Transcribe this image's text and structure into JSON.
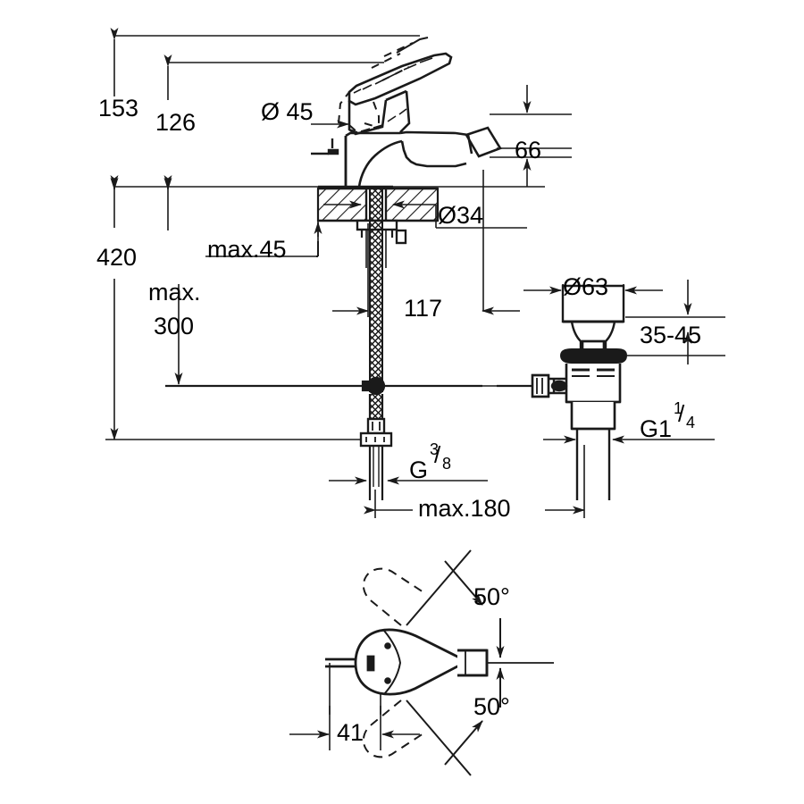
{
  "document": {
    "type": "technical-dimension-drawing",
    "subject": "single-lever bidet mixer with pop-up waste",
    "units": "mm",
    "line_color": "#1a1a1a",
    "background_color": "#ffffff"
  },
  "views": [
    {
      "name": "side-elevation",
      "label": ""
    },
    {
      "name": "top-view",
      "label": ""
    }
  ],
  "dimensions": {
    "height_total": "153",
    "height_spout": "126",
    "height_supply": "420",
    "max_supply_drop": "max.",
    "max_supply_drop_value": "300",
    "body_diameter": "Ø 45",
    "deck_thickness": "max.45",
    "shank_diameter": "Ø34",
    "spout_height": "66",
    "spout_reach": "117",
    "flange_diameter": "Ø63",
    "waste_range": "35-45",
    "waste_thread": "G1",
    "waste_thread_num": "1",
    "waste_thread_den": "4",
    "supply_thread": "G",
    "supply_thread_num": "3",
    "supply_thread_den": "8",
    "rod_max": "max.180",
    "swivel_up": "50°",
    "swivel_down": "50°",
    "body_width": "41"
  }
}
